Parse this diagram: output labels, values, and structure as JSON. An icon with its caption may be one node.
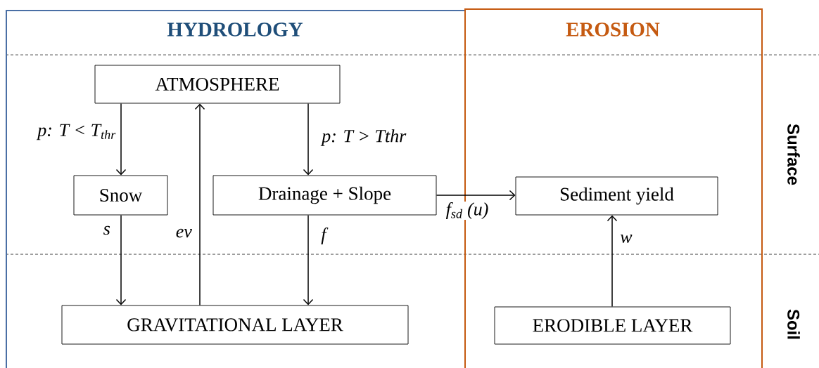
{
  "diagram": {
    "nodes": [
      {
        "text": [
          "HYDROLOGY"
        ]
      },
      {
        "text": [
          "EROSION"
        ]
      },
      {
        "text": [
          "ATMOSPHERE"
        ],
        "in": 0
      },
      {
        "text": [
          "Snow"
        ],
        "in": 0
      },
      {
        "text": [
          "Drainage + Slope"
        ],
        "in": 0
      },
      {
        "text": [
          "GRAVITATIONAL  LAYER"
        ],
        "in": 0
      },
      {
        "text": [
          "Sediment yield"
        ],
        "in": 1
      },
      {
        "text": [
          "ERODIBLE LAYER"
        ],
        "in": 1
      }
    ],
    "edges": [
      {
        "from": 2,
        "to": 3,
        "arrow": "to",
        "label": "p: T < T$_{thr}$"
      },
      {
        "from": 5,
        "to": 2,
        "arrow": "to",
        "label": "ev"
      },
      {
        "from": 2,
        "to": 4,
        "arrow": "to",
        "label": "p: T > Tthr"
      },
      {
        "from": 3,
        "to": 5,
        "arrow": "to",
        "label": "s"
      },
      {
        "from": 4,
        "to": 5,
        "arrow": "to",
        "label": "f"
      },
      {
        "from": 4,
        "to": 6,
        "arrow": "to",
        "label": "f$_{sd}$ (u)"
      },
      {
        "from": 7,
        "to": 6,
        "arrow": "to",
        "label": "w"
      }
    ],
    "labels": [
      "Surface",
      "Soil"
    ]
  }
}
